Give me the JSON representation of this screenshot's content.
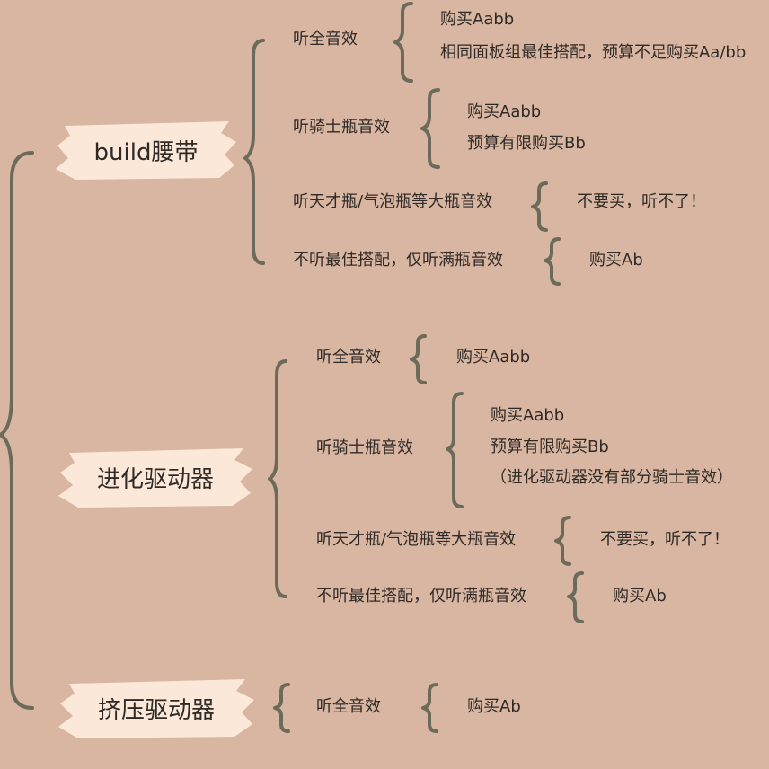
{
  "sections": [
    {
      "label": "build腰带",
      "options": [
        {
          "condition": "听全音效",
          "results": [
            "购买Aabb",
            "相同面板组最佳搭配，预算不足购买Aa/bb"
          ]
        },
        {
          "condition": "听骑士瓶音效",
          "results": [
            "购买Aabb",
            "预算有限购买Bb"
          ]
        },
        {
          "condition": "听天才瓶/气泡瓶等大瓶音效",
          "results": [
            "不要买，听不了！"
          ]
        },
        {
          "condition": "不听最佳搭配，仅听满瓶音效",
          "results": [
            "购买Ab"
          ]
        }
      ]
    },
    {
      "label": "进化驱动器",
      "options": [
        {
          "condition": "听全音效",
          "results": [
            "购买Aabb"
          ]
        },
        {
          "condition": "听骑士瓶音效",
          "results": [
            "购买Aabb",
            "预算有限购买Bb",
            "（进化驱动器没有部分骑士音效）"
          ]
        },
        {
          "condition": "听天才瓶/气泡瓶等大瓶音效",
          "results": [
            "不要买，听不了！"
          ]
        },
        {
          "condition": "不听最佳搭配，仅听满瓶音效",
          "results": [
            "购买Ab"
          ]
        }
      ]
    },
    {
      "label": "挤压驱动器",
      "options": [
        {
          "condition": "听全音效",
          "results": [
            "购买Ab"
          ]
        }
      ]
    }
  ],
  "colors": {
    "background": "#d8b6a2",
    "bracket": "#6c6a58",
    "highlight": "#fbe8d8",
    "text": "#2f2a26"
  }
}
